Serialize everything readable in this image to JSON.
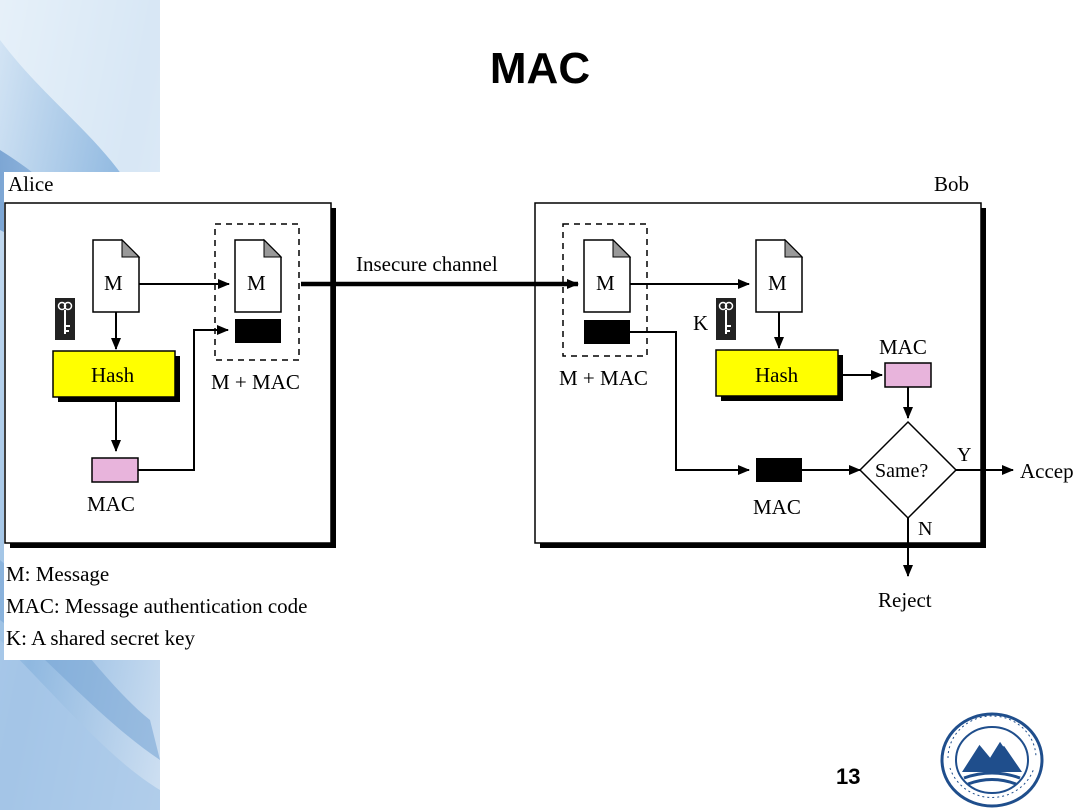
{
  "slide": {
    "title": "MAC",
    "page_number": "13"
  },
  "diagram": {
    "alice_label": "Alice",
    "bob_label": "Bob",
    "channel_label": "Insecure channel",
    "message_letter": "M",
    "hash_label": "Hash",
    "mac_label": "MAC",
    "m_plus_mac_label": "M + MAC",
    "key_label": "K",
    "same_label": "Same?",
    "yes_label": "Y",
    "no_label": "N",
    "accept_label": "Accep",
    "reject_label": "Reject",
    "colors": {
      "hash_fill": "#ffff00",
      "mac_fill": "#e8b4dc",
      "mac_received_fill": "#000000"
    }
  },
  "legend": [
    "M: Message",
    "MAC: Message authentication code",
    "K: A shared secret key"
  ]
}
